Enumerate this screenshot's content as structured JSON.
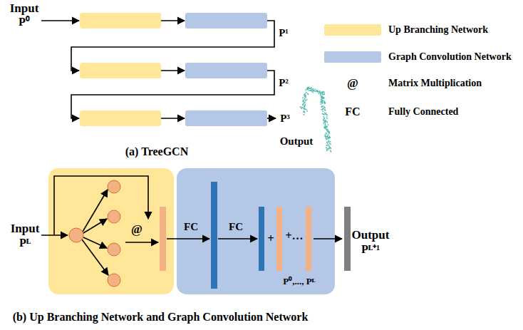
{
  "diagram": {
    "nodes": [
      {
        "text": [
          "@"
        ]
      },
      {
        "text": [
          "FC",
          "FC",
          "+",
          "+…",
          "P⁰,..., Pᴸ"
        ]
      }
    ],
    "labels": [
      "Input",
      "P⁰",
      "P¹",
      "P²",
      "P³",
      "Output",
      "(a) TreeGCN",
      "@",
      "FC",
      "Input",
      "Pᴸ",
      "Output",
      "Pᴸ⁺¹",
      "(b) Up Branching Network and Graph Convolution Network"
    ],
    "legend": [
      {
        "text": "Up Branching Network",
        "color": "#FFE699"
      },
      {
        "text": "Graph Convolution Network",
        "color": "#B4C7E7"
      },
      {
        "text": "Matrix Multiplication"
      },
      {
        "text": "Fully Connected"
      }
    ]
  }
}
